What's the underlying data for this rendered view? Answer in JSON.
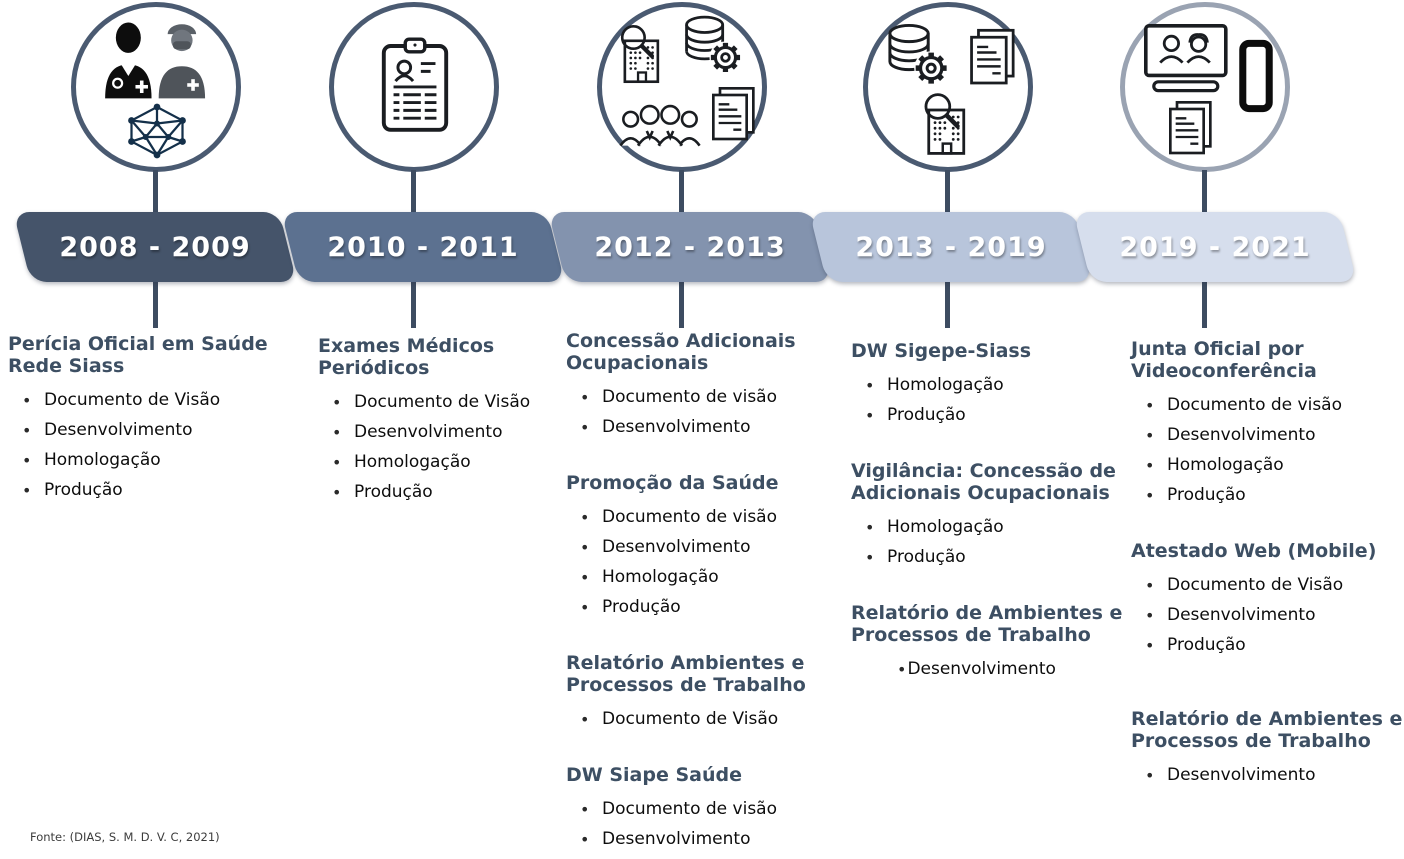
{
  "source_note": "Fonte: (DIAS, S. M. D. V. C, 2021)",
  "timeline": {
    "columns": [
      {
        "period": "2008 - 2009",
        "banner_color": "#45546a",
        "icons": [
          "medical-team-icon",
          "network-icon"
        ],
        "sections": [
          {
            "title": "Perícia Oficial em Saúde\nRede Siass",
            "items": [
              "Documento de Visão",
              "Desenvolvimento",
              "Homologação",
              "Produção"
            ]
          }
        ]
      },
      {
        "period": "2010 - 2011",
        "banner_color": "#5c7190",
        "icons": [
          "medical-record-clipboard-icon"
        ],
        "sections": [
          {
            "title": "Exames Médicos\nPeriódicos",
            "items": [
              "Documento de Visão",
              "Desenvolvimento",
              "Homologação",
              "Produção"
            ]
          }
        ]
      },
      {
        "period": "2012 - 2013",
        "banner_color": "#8393ae",
        "icons": [
          "building-search-icon",
          "database-gear-icon",
          "people-group-icon",
          "documents-icon"
        ],
        "sections": [
          {
            "title": "Concessão Adicionais\nOcupacionais",
            "items": [
              "Documento de visão",
              "Desenvolvimento"
            ]
          },
          {
            "title": "Promoção da Saúde",
            "items": [
              "Documento de visão",
              "Desenvolvimento",
              "Homologação",
              "Produção"
            ]
          },
          {
            "title": "Relatório Ambientes e\nProcessos de Trabalho",
            "items": [
              "Documento de Visão"
            ]
          },
          {
            "title": "DW Siape Saúde",
            "items": [
              "Documento de visão",
              "Desenvolvimento"
            ]
          }
        ]
      },
      {
        "period": "2013 - 2019",
        "banner_color": "#b8c5db",
        "icons": [
          "database-gear-icon",
          "documents-icon",
          "building-search-icon"
        ],
        "sections": [
          {
            "title": "DW Sigepe-Siass",
            "items": [
              "Homologação",
              "Produção"
            ]
          },
          {
            "title": "Vigilância: Concessão de\nAdicionais  Ocupacionais",
            "items": [
              "Homologação",
              "Produção"
            ]
          },
          {
            "title": "Relatório de Ambientes e\nProcessos de Trabalho",
            "items": [
              "Desenvolvimento"
            ]
          }
        ]
      },
      {
        "period": "2019 - 2021",
        "banner_color": "#d6deed",
        "icons": [
          "videoconference-icon",
          "smartphone-icon",
          "documents-icon"
        ],
        "sections": [
          {
            "title": "Junta Oficial por\nVideoconferência",
            "items": [
              "Documento de visão",
              "Desenvolvimento",
              "Homologação",
              "Produção"
            ]
          },
          {
            "title": "Atestado Web (Mobile)",
            "items": [
              "Documento de Visão",
              "Desenvolvimento",
              "Produção"
            ]
          },
          {
            "title": "Relatório de Ambientes e\nProcessos de Trabalho",
            "items": [
              "Desenvolvimento"
            ]
          }
        ]
      }
    ]
  }
}
